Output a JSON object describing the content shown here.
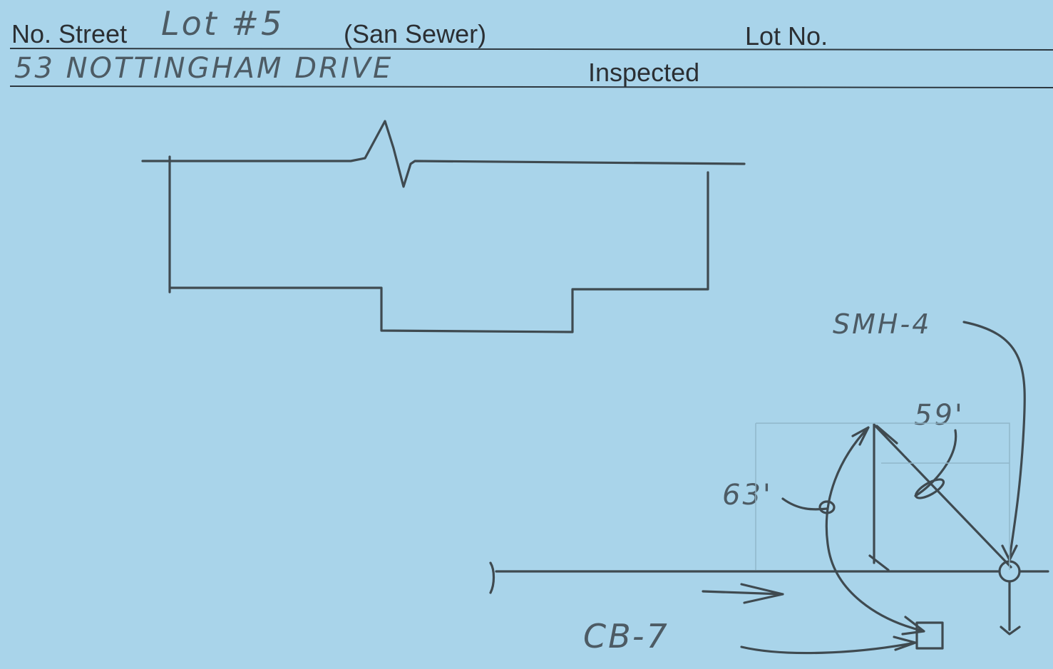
{
  "form": {
    "street_label": "No. Street",
    "lot_hand": "Lot #5",
    "service_label": "(San Sewer)",
    "lot_no_label": "Lot No.",
    "address_hand": "53 NOTTINGHAM DRIVE",
    "inspected_label": "Inspected"
  },
  "sketch": {
    "manhole_label": "SMH-4",
    "catch_basin_label": "CB-7",
    "distance_to_manhole": "59'",
    "distance_to_catch_basin": "63'"
  },
  "colors": {
    "card_background": "#a9d4ea",
    "printed_ink": "#2b2f33",
    "pencil": "#3f4a50"
  }
}
